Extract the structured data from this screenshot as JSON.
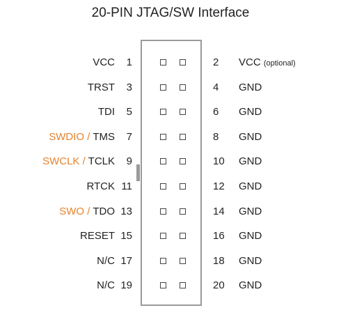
{
  "title": "20-PIN JTAG/SW Interface",
  "colors": {
    "swd_accent": "#e8822a",
    "connector_outline": "#9a9a9a",
    "text": "#222222"
  },
  "rows": [
    {
      "left_swd": "",
      "left_name": "VCC",
      "left_pin": "1",
      "right_pin": "2",
      "right_name": "VCC",
      "right_note": "(optional)"
    },
    {
      "left_swd": "",
      "left_name": "TRST",
      "left_pin": "3",
      "right_pin": "4",
      "right_name": "GND",
      "right_note": ""
    },
    {
      "left_swd": "",
      "left_name": "TDI",
      "left_pin": "5",
      "right_pin": "6",
      "right_name": "GND",
      "right_note": ""
    },
    {
      "left_swd": "SWDIO / ",
      "left_name": "TMS",
      "left_pin": "7",
      "right_pin": "8",
      "right_name": "GND",
      "right_note": ""
    },
    {
      "left_swd": "SWCLK / ",
      "left_name": "TCLK",
      "left_pin": "9",
      "right_pin": "10",
      "right_name": "GND",
      "right_note": ""
    },
    {
      "left_swd": "",
      "left_name": "RTCK",
      "left_pin": "11",
      "right_pin": "12",
      "right_name": "GND",
      "right_note": ""
    },
    {
      "left_swd": "SWO / ",
      "left_name": "TDO",
      "left_pin": "13",
      "right_pin": "14",
      "right_name": "GND",
      "right_note": ""
    },
    {
      "left_swd": "",
      "left_name": "RESET",
      "left_pin": "15",
      "right_pin": "16",
      "right_name": "GND",
      "right_note": ""
    },
    {
      "left_swd": "",
      "left_name": "N/C",
      "left_pin": "17",
      "right_pin": "18",
      "right_name": "GND",
      "right_note": ""
    },
    {
      "left_swd": "",
      "left_name": "N/C",
      "left_pin": "19",
      "right_pin": "20",
      "right_name": "GND",
      "right_note": ""
    }
  ]
}
